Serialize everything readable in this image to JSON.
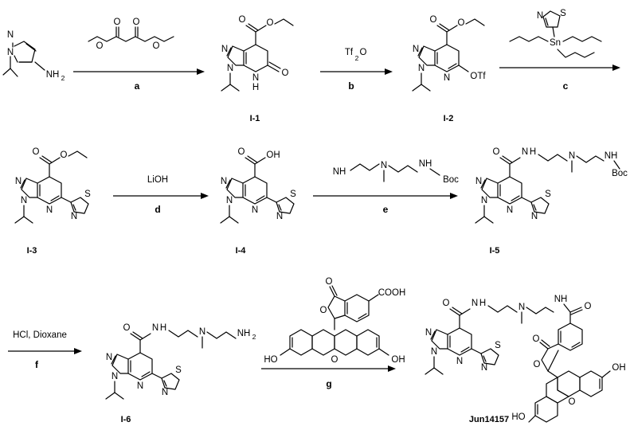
{
  "figure": {
    "compounds": [
      {
        "id": "sm",
        "label": ""
      },
      {
        "id": "i1",
        "label": "I-1"
      },
      {
        "id": "i2",
        "label": "I-2"
      },
      {
        "id": "i3",
        "label": "I-3"
      },
      {
        "id": "i4",
        "label": "I-4"
      },
      {
        "id": "i5",
        "label": "I-5"
      },
      {
        "id": "i6",
        "label": "I-6"
      },
      {
        "id": "final",
        "label": "Jun14157"
      }
    ],
    "steps": [
      {
        "id": "a",
        "letter": "a",
        "reagent": ""
      },
      {
        "id": "b",
        "letter": "b",
        "reagent": "Tf"
      },
      {
        "id": "c",
        "letter": "c",
        "reagent": ""
      },
      {
        "id": "d",
        "letter": "d",
        "reagent": "LiOH"
      },
      {
        "id": "e",
        "letter": "e",
        "reagent": ""
      },
      {
        "id": "f",
        "letter": "f",
        "reagent": "HCl, Dioxane"
      },
      {
        "id": "g",
        "letter": "g",
        "reagent": ""
      }
    ],
    "atom_labels": {
      "N": "N",
      "NH2": "NH",
      "sub2": "2",
      "O": "O",
      "H": "H",
      "NH": "NH",
      "OTf": "OTf",
      "S": "S",
      "Sn": "Sn",
      "OH": "OH",
      "Boc": "Boc",
      "COOH": "COOH",
      "HO": "HO",
      "Tf2O_sub": "2",
      "Tf2O_O": "O"
    }
  }
}
